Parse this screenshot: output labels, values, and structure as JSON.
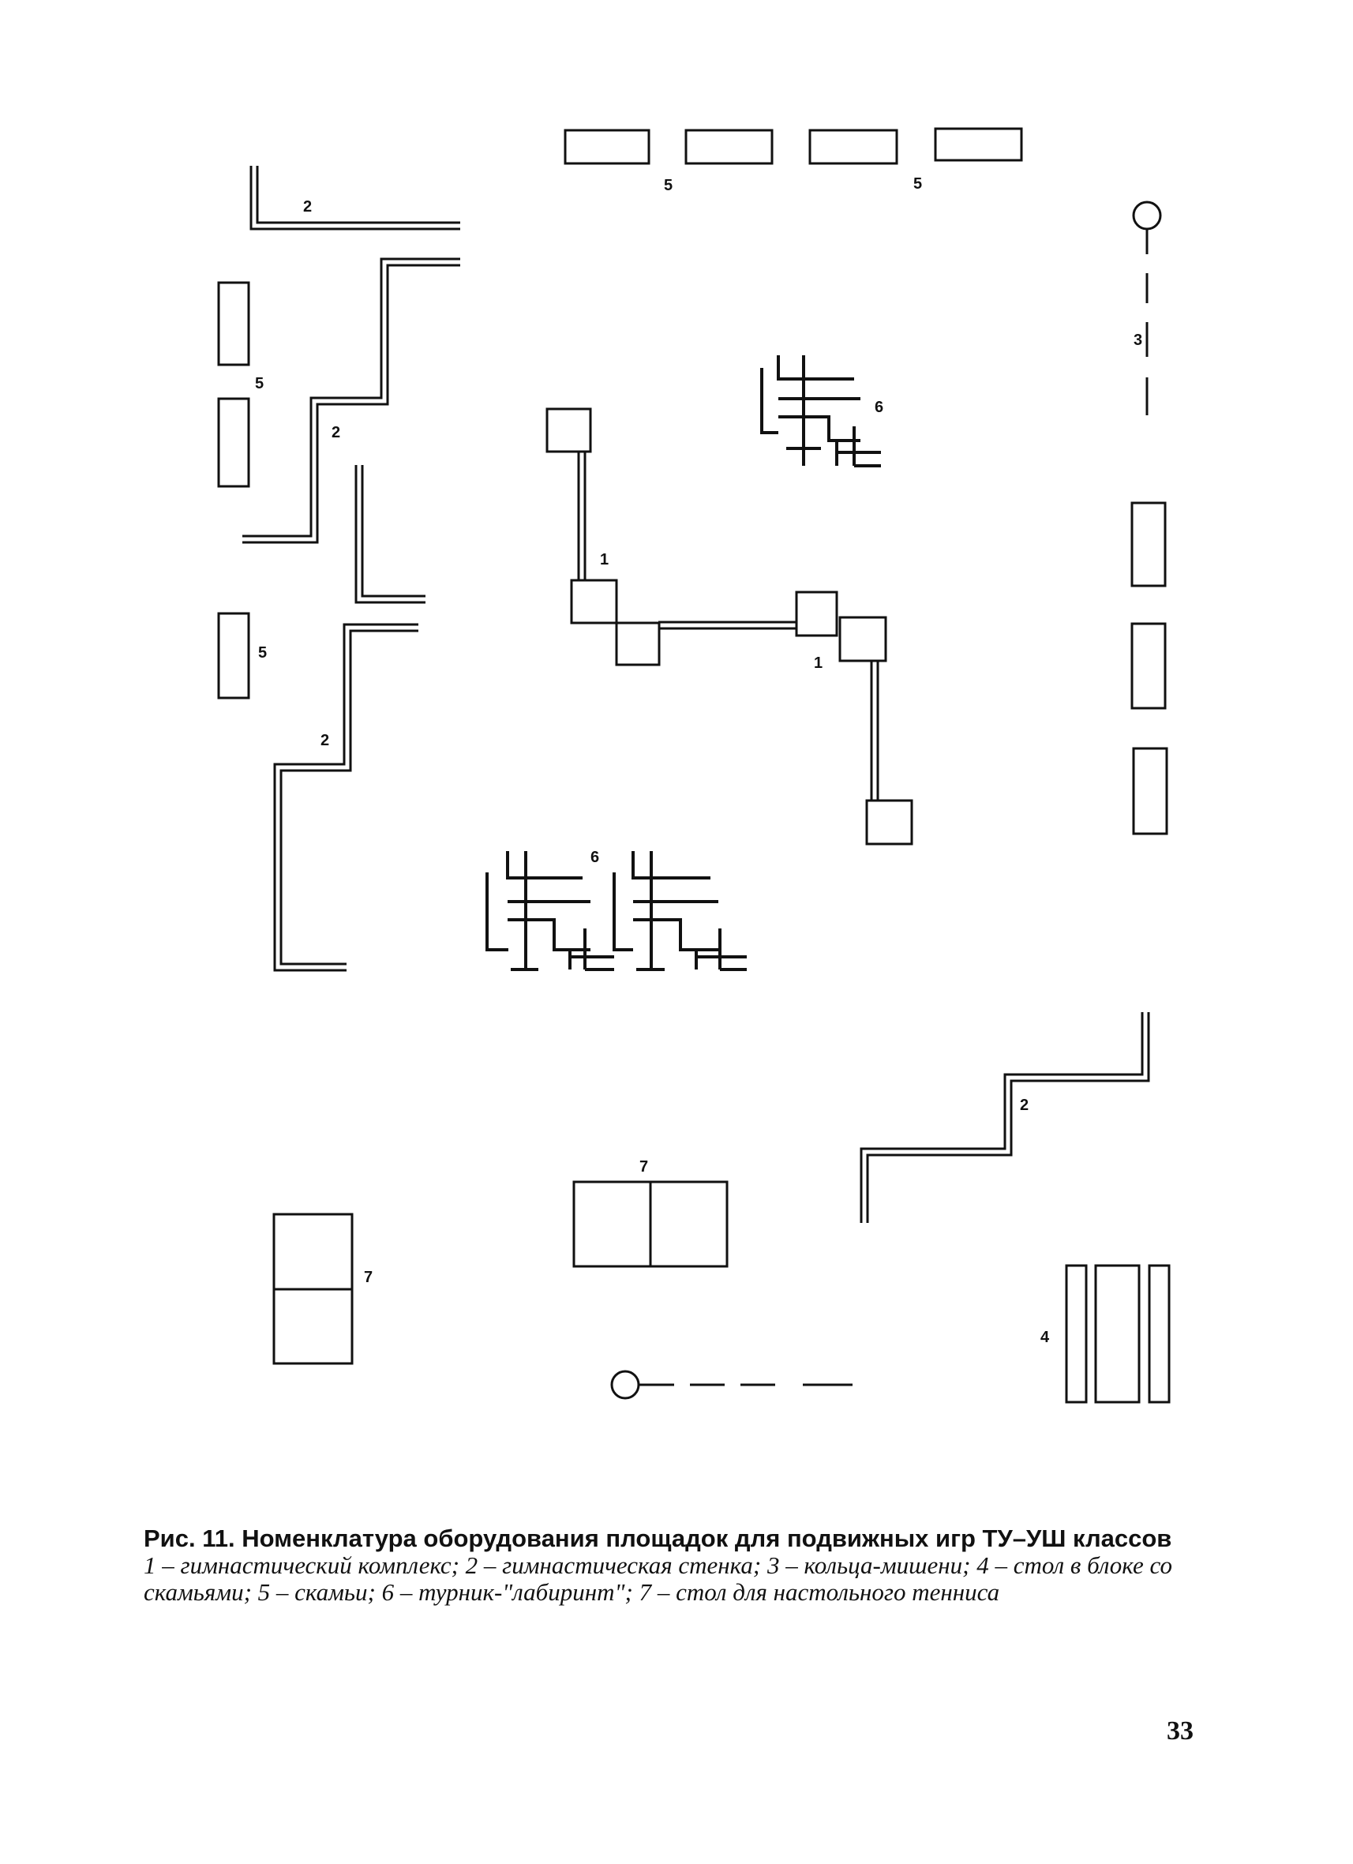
{
  "figure": {
    "caption_title": "Рис. 11. Номенклатура оборудования площадок для подвижных игр ТУ–УШ классов",
    "legend": "1 – гимнастический комплекс; 2 – гимнастическая стенка; 3 – кольца-мишени; 4 – стол в блоке со скамьями; 5 – скамьи; 6 – турник-\"лабиринт\"; 7 – стол для настольного тенниса",
    "labels": {
      "complex": "1",
      "wall": "2",
      "rings": "3",
      "table_block": "4",
      "benches": "5",
      "maze_bar": "6",
      "tennis_table": "7"
    }
  },
  "page": {
    "number": "33"
  }
}
